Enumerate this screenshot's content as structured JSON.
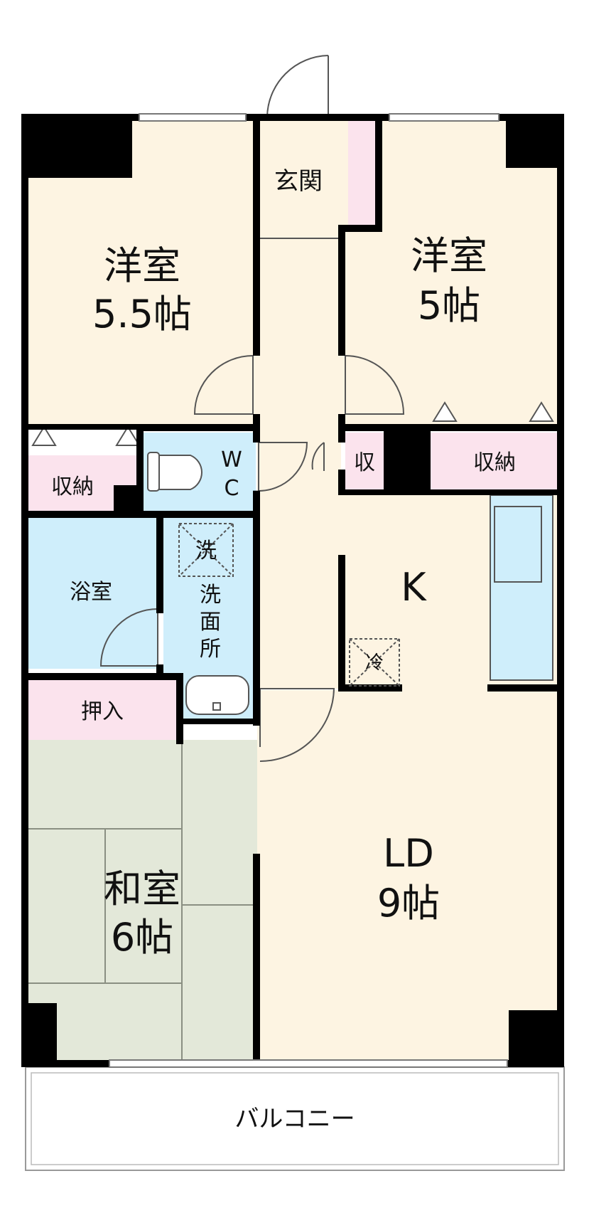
{
  "colors": {
    "wall": "#000000",
    "western_room": "#fdf4e2",
    "water_area": "#cfeefb",
    "storage": "#fbe3ed",
    "tatami": "#e3e8d9",
    "balcony": "#ffffff"
  },
  "rooms": {
    "western_left": {
      "name": "洋室",
      "size": "5.5帖"
    },
    "western_right": {
      "name": "洋室",
      "size": "5帖"
    },
    "entrance": "玄関",
    "wc": {
      "w": "W",
      "c": "C"
    },
    "storage_left": "収納",
    "storage_small": "収",
    "storage_right": "収納",
    "bath": "浴室",
    "washroom": {
      "line1": "洗",
      "line2": "面",
      "line3": "所"
    },
    "washer": "洗",
    "kitchen": "K",
    "fridge": "冷",
    "closet": "押入",
    "japanese": {
      "name": "和室",
      "size": "6帖"
    },
    "living": {
      "name": "LD",
      "size": "9帖"
    },
    "balcony": "バルコニー"
  },
  "icons": [
    "toilet-icon",
    "washbasin-icon",
    "washer-space-icon",
    "fridge-space-icon",
    "kitchen-counter-icon",
    "door-swing-icon"
  ]
}
